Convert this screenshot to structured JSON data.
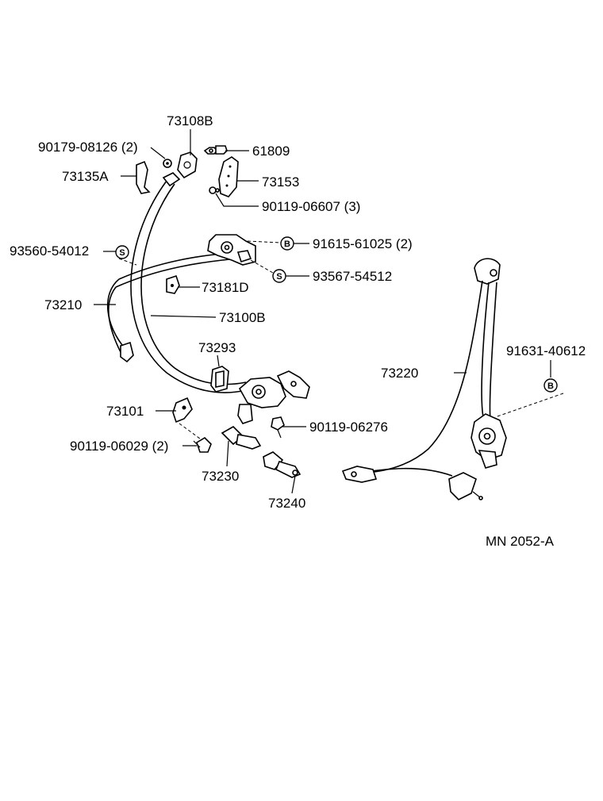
{
  "callouts": {
    "c73108B": "73108B",
    "c90179": "90179-08126 (2)",
    "c61809": "61809",
    "c73135A": "73135A",
    "c73153": "73153",
    "c90119_06607": "90119-06607 (3)",
    "c93560": "93560-54012",
    "c91615": "91615-61025 (2)",
    "c93567": "93567-54512",
    "c73181D": "73181D",
    "c73210": "73210",
    "c73100B": "73100B",
    "c73293": "73293",
    "c73101": "73101",
    "c90119_06276": "90119-06276",
    "c90119_06029": "90119-06029 (2)",
    "c73230": "73230",
    "c73240": "73240",
    "c73220": "73220",
    "c91631": "91631-40612"
  },
  "symbols": {
    "s": "S",
    "b": "B"
  },
  "diagram_id": "MN 2052-A"
}
